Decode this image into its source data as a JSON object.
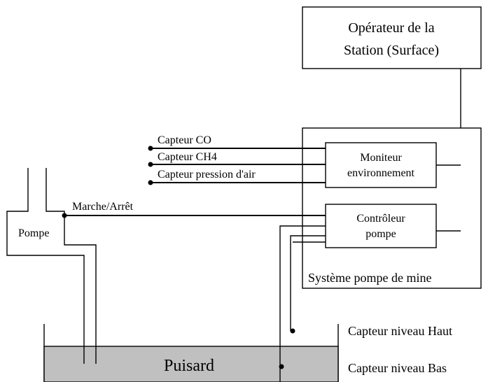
{
  "diagram": {
    "operator_box": {
      "line1": "Opérateur de la",
      "line2": "Station (Surface)"
    },
    "system_box": {
      "label": "Système pompe de mine"
    },
    "monitor_box": {
      "line1": "Moniteur",
      "line2": "environnement"
    },
    "controller_box": {
      "line1": "Contrôleur",
      "line2": "pompe"
    },
    "pump": {
      "label": "Pompe",
      "command_label": "Marche/Arrêt"
    },
    "sensors": [
      "Capteur CO",
      "Capteur CH4",
      "Capteur pression d'air"
    ],
    "sump": {
      "label": "Puisard",
      "level_high": "Capteur niveau Haut",
      "level_low": "Capteur niveau Bas"
    },
    "colors": {
      "sump_fill": "#c0c0c0",
      "line": "#000000"
    }
  }
}
